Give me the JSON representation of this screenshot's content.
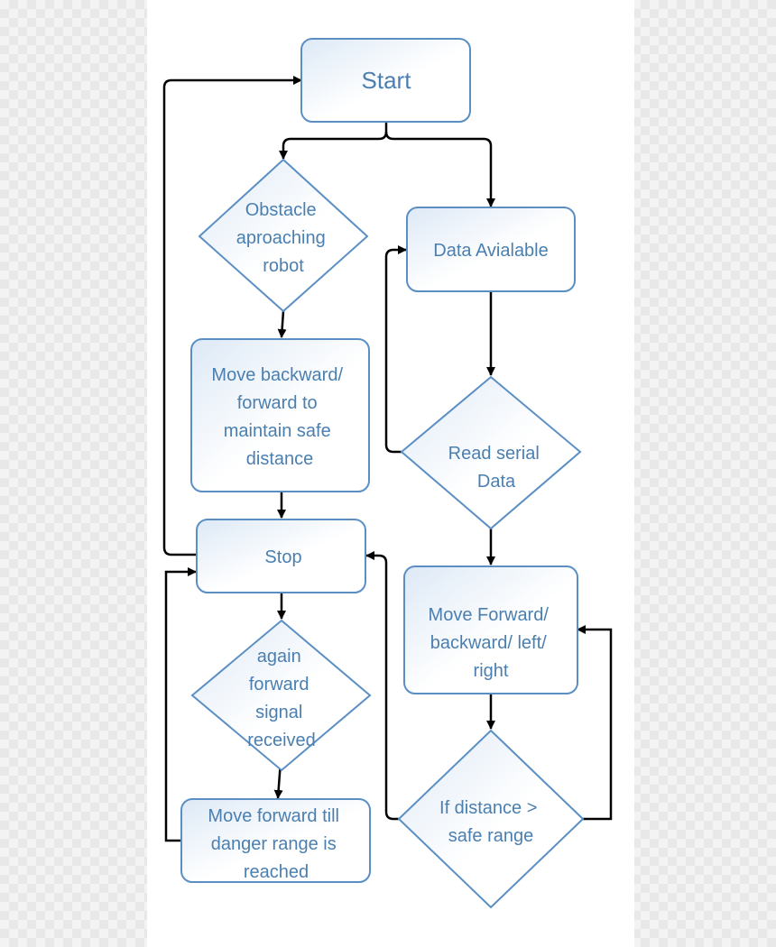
{
  "nodes": {
    "start": "Start",
    "obstacle": [
      "Obstacle",
      "aproaching",
      "robot"
    ],
    "data_available": "Data Avialable",
    "move_backward": [
      "Move backward/",
      "forward to",
      "maintain safe",
      "distance"
    ],
    "read_serial": [
      "Read serial",
      "Data"
    ],
    "stop": "Stop",
    "move_forward": [
      "Move Forward/",
      "backward/ left/",
      "right"
    ],
    "again_forward": [
      "again",
      "forward",
      "signal",
      "received"
    ],
    "move_forward_till": [
      "Move forward till",
      "danger range is",
      "reached"
    ],
    "if_distance": [
      "If distance >",
      "safe range"
    ]
  },
  "colors": {
    "box_stroke": "#5b8fc4",
    "text": "#4a7fb0",
    "arrow": "#000000",
    "box_fill_top": "#dde9f6",
    "box_fill_bottom": "#ffffff"
  }
}
